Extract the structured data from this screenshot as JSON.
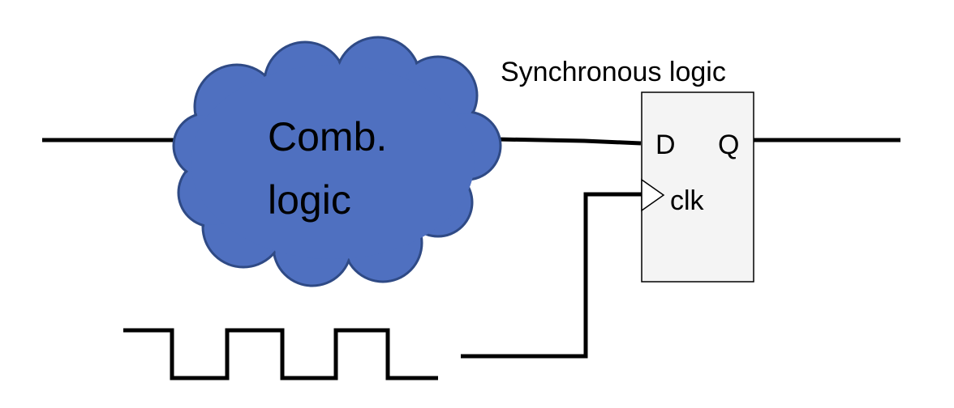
{
  "diagram": {
    "cloud_label_line1": "Comb.",
    "cloud_label_line2": "logic",
    "flipflop_title": "Synchronous logic",
    "port_d": "D",
    "port_q": "Q",
    "port_clk": "clk"
  },
  "colors": {
    "cloud_fill": "#4f70c0",
    "cloud_stroke": "#2f4a85",
    "wire": "#000000",
    "flipflop_fill": "#f4f4f4"
  }
}
